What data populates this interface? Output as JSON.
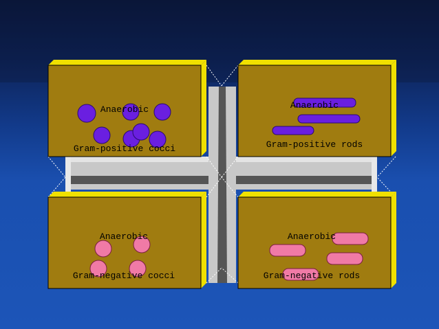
{
  "quadrants": {
    "top_left": {
      "line1": "Anaerobic",
      "line2": "Gram-positive cocci",
      "shape": "cocci",
      "color": "#6a1fe0"
    },
    "top_right": {
      "line1": "Anaerobic",
      "line2": "Gram-positive rods",
      "shape": "rods",
      "color": "#6a1fe0"
    },
    "bottom_left": {
      "line1": "Anaerobic",
      "line2": "Gram-negative cocci",
      "shape": "cocci",
      "color": "#f07aa6"
    },
    "bottom_right": {
      "line1": "Anaerobic",
      "line2": "Gram-negative rods",
      "shape": "rods",
      "color": "#f07aa6"
    }
  },
  "colors": {
    "box_fill": "#a07c10",
    "box_side": "#f0e000",
    "box_bottom": "#5a4a08",
    "cross": "#c8c8c8"
  }
}
